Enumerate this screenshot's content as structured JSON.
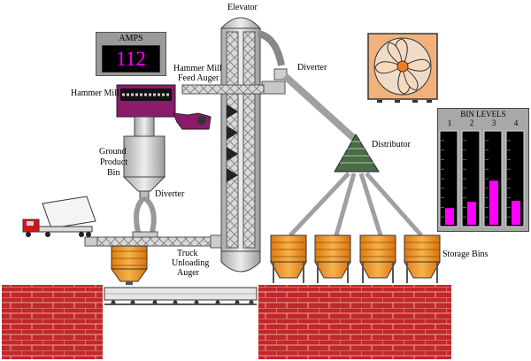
{
  "amps": {
    "title": "AMPS",
    "value": "112"
  },
  "labels": {
    "elevator": "Elevator",
    "diverter_top": "Diverter",
    "hammer_mill": "Hammer Mill",
    "hm_feed_auger_1": "Hammer Mill",
    "hm_feed_auger_2": "Feed Auger",
    "distributor": "Distributor",
    "ground_1": "Ground",
    "ground_2": "Product",
    "ground_3": "Bin",
    "diverter_low": "Diverter",
    "truck_auger_1": "Truck",
    "truck_auger_2": "Unloading",
    "truck_auger_3": "Auger",
    "storage_bins": "Storage Bins"
  },
  "bin_levels": {
    "title": "BIN LEVELS",
    "bins": [
      {
        "label": "1",
        "level": 0.18
      },
      {
        "label": "2",
        "level": 0.25
      },
      {
        "label": "3",
        "level": 0.48
      },
      {
        "label": "4",
        "level": 0.26
      }
    ]
  },
  "colors": {
    "gauge_fill": "#ff00ff",
    "bin_orange": "#f39c1e",
    "brick": "#b22222",
    "mill_body": "#8b1a6b",
    "fan_blade": "#f5d7b4"
  },
  "icons": [
    "fan-icon",
    "truck-icon",
    "rail-car-icon",
    "hammer-mill-icon",
    "distributor-icon"
  ]
}
